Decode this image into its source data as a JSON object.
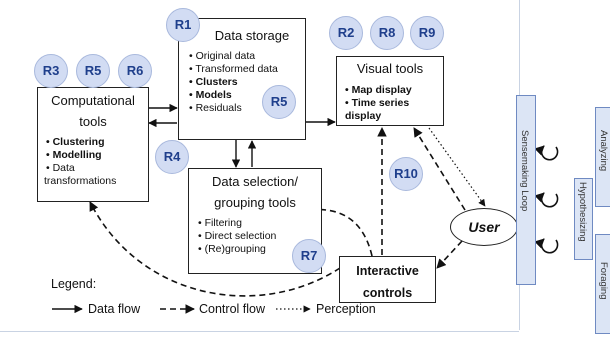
{
  "storage": {
    "title": "Data storage",
    "items": [
      "Original data",
      "Transformed data",
      "Clusters",
      "Models",
      "Residuals"
    ]
  },
  "computational": {
    "title_line1": "Computational",
    "title_line2": "tools",
    "items": [
      "Clustering",
      "Modelling",
      "Data",
      "transformations"
    ]
  },
  "visual": {
    "title": "Visual tools",
    "items": [
      "Map display",
      "Time series",
      "display"
    ]
  },
  "selection": {
    "title_line1": "Data selection/",
    "title_line2": "grouping tools",
    "items": [
      "Filtering",
      "Direct selection",
      "(Re)grouping"
    ]
  },
  "interactive": {
    "line1": "Interactive",
    "line2": "controls"
  },
  "user": "User",
  "badges": [
    "R1",
    "R2",
    "R8",
    "R9",
    "R3",
    "R5",
    "R6",
    "R5",
    "R4",
    "R10",
    "R7"
  ],
  "legend": {
    "title": "Legend:",
    "data_flow": "Data flow",
    "control_flow": "Control flow",
    "perception": "Perception"
  },
  "right_panel": {
    "sensemaking": "Sensemaking Loop",
    "hypothesizing": "Hypothesizing",
    "analyzing": "Analyzing",
    "foraging": "Foraging"
  },
  "colors": {
    "badge_fill": "#d2dcf3",
    "badge_text": "#1f3f8c",
    "panel_fill": "#dce5f5",
    "panel_border": "#6f8ac2"
  }
}
